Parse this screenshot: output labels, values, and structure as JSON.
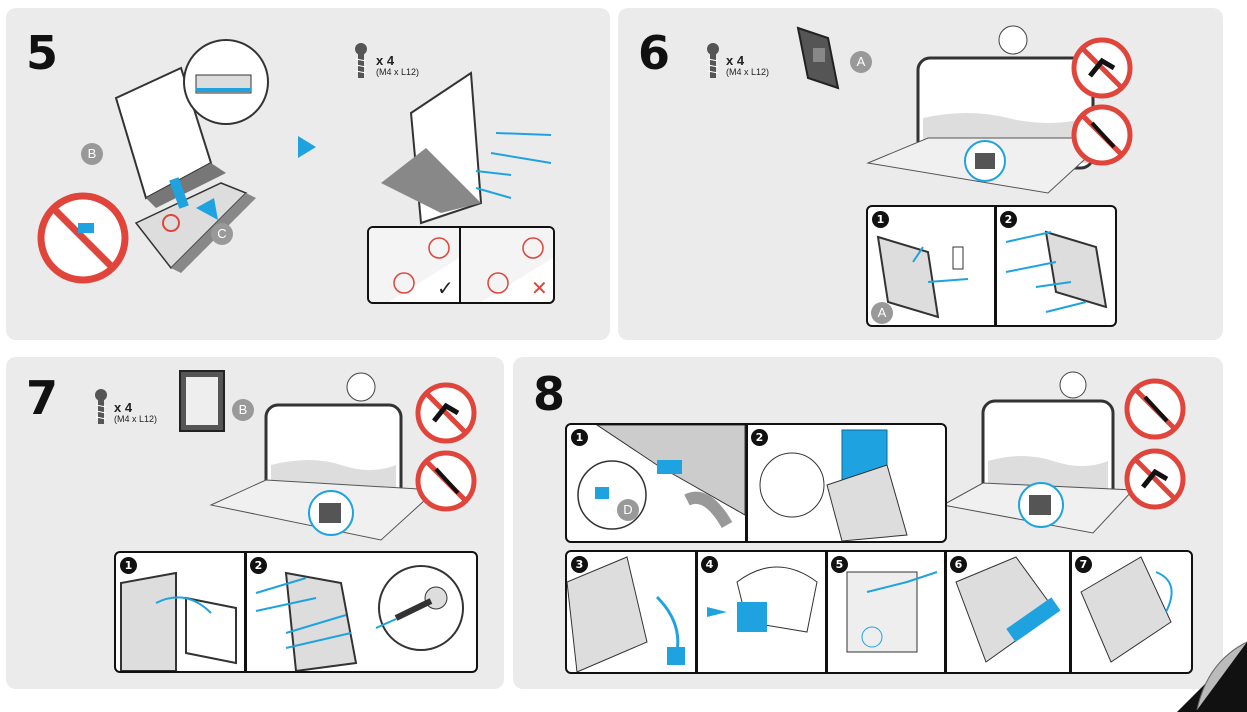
{
  "steps": {
    "s5": {
      "number": "5",
      "qty": "x 4",
      "spec": "(M4 x L12)",
      "badge_b": "B",
      "badge_c": "C",
      "ok_mark": "✓",
      "bad_mark": "✕"
    },
    "s6": {
      "number": "6",
      "qty": "x 4",
      "spec": "(M4 x L12)",
      "badge_a": "A",
      "badge_a2": "A",
      "sub1": "1",
      "sub2": "2"
    },
    "s7": {
      "number": "7",
      "qty": "x 4",
      "spec": "(M4 x L12)",
      "badge_b": "B",
      "sub1": "1",
      "sub2": "2"
    },
    "s8": {
      "number": "8",
      "badge_d": "D",
      "sub1": "1",
      "sub2": "2",
      "sub3": "3",
      "sub4": "4",
      "sub5": "5",
      "sub6": "6",
      "sub7": "7"
    }
  },
  "colors": {
    "panel": "#ebebeb",
    "accent": "#1fa3e0",
    "warning": "#e0443a"
  },
  "icons": [
    "screw-icon",
    "no-hands-icon",
    "no-surface-icon",
    "page-curl-icon"
  ]
}
